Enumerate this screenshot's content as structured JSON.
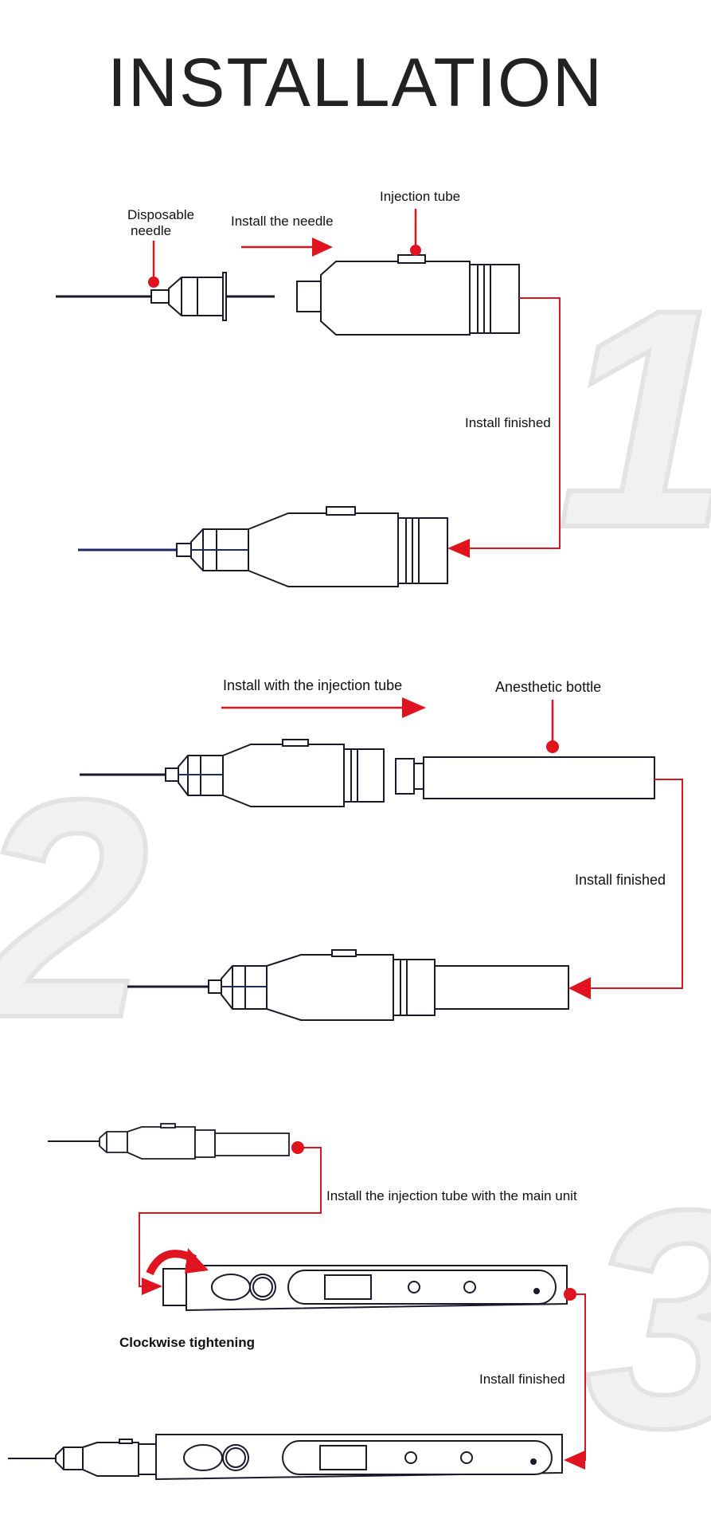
{
  "page": {
    "title": "INSTALLATION"
  },
  "step1": {
    "number": "1",
    "label_needle_line1": "Disposable",
    "label_needle_line2": "needle",
    "label_arrow": "Install the needle",
    "label_tube": "Injection tube",
    "label_finished": "Install finished"
  },
  "step2": {
    "number": "2",
    "label_arrow": "Install with the injection tube",
    "label_bottle": "Anesthetic bottle",
    "label_finished": "Install finished"
  },
  "step3": {
    "number": "3",
    "label_connect": "Install the injection tube with the main unit",
    "label_tighten": "Clockwise tightening",
    "label_finished": "Install finished"
  },
  "colors": {
    "accent": "#e0141e",
    "line": "#1a1a2e",
    "needle": "#1f2a6b",
    "watermark": "#efefef"
  }
}
